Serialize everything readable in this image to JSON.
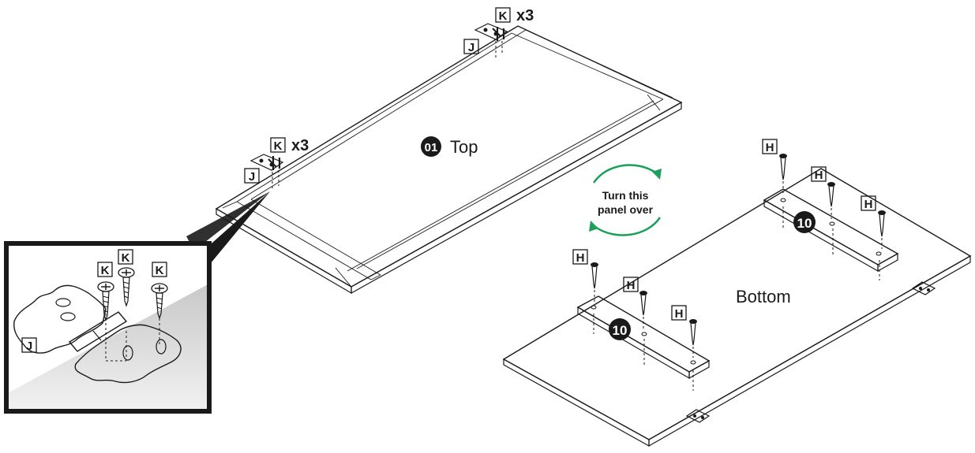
{
  "top_panel": {
    "number": "01",
    "name": "Top",
    "hinge_groups": [
      {
        "hinge_label": "J",
        "screw_label": "K",
        "qty": "x3"
      },
      {
        "hinge_label": "J",
        "screw_label": "K",
        "qty": "x3"
      }
    ]
  },
  "detail_inset": {
    "screw_labels": [
      "K",
      "K",
      "K"
    ],
    "hinge_label": "J"
  },
  "turn_note": {
    "line1": "Turn this",
    "line2": "panel over",
    "arrow_color": "#1aa05a"
  },
  "bottom_panel": {
    "name": "Bottom",
    "cleats": [
      {
        "number": "10",
        "screw_labels": [
          "H",
          "H",
          "H"
        ]
      },
      {
        "number": "10",
        "screw_labels": [
          "H",
          "H",
          "H"
        ]
      }
    ]
  }
}
